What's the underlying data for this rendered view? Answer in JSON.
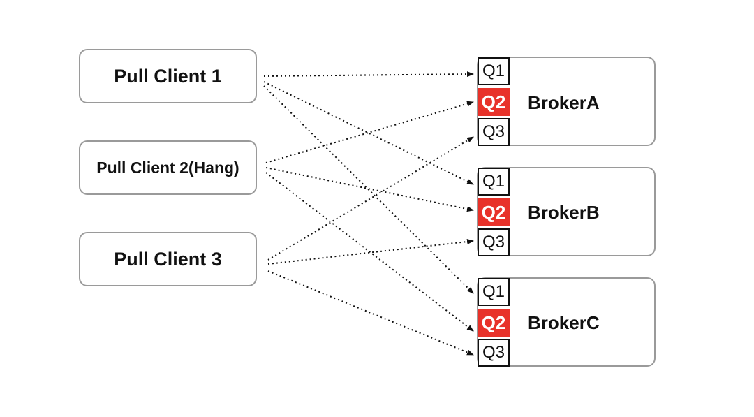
{
  "clients": [
    {
      "label": "Pull Client 1"
    },
    {
      "label": "Pull Client 2(Hang)"
    },
    {
      "label": "Pull Client 3"
    }
  ],
  "brokers": [
    {
      "label": "BrokerA",
      "queues": [
        "Q1",
        "Q2",
        "Q3"
      ]
    },
    {
      "label": "BrokerB",
      "queues": [
        "Q1",
        "Q2",
        "Q3"
      ]
    },
    {
      "label": "BrokerC",
      "queues": [
        "Q1",
        "Q2",
        "Q3"
      ]
    }
  ],
  "highlight_color": "#e8322a",
  "connections": [
    {
      "from": "Pull Client 1",
      "to": "BrokerA Q1"
    },
    {
      "from": "Pull Client 1",
      "to": "BrokerB Q1"
    },
    {
      "from": "Pull Client 1",
      "to": "BrokerC Q1"
    },
    {
      "from": "Pull Client 2(Hang)",
      "to": "BrokerA Q2"
    },
    {
      "from": "Pull Client 2(Hang)",
      "to": "BrokerB Q2"
    },
    {
      "from": "Pull Client 2(Hang)",
      "to": "BrokerC Q2"
    },
    {
      "from": "Pull Client 3",
      "to": "BrokerA Q3"
    },
    {
      "from": "Pull Client 3",
      "to": "BrokerB Q3"
    },
    {
      "from": "Pull Client 3",
      "to": "BrokerC Q3"
    }
  ]
}
